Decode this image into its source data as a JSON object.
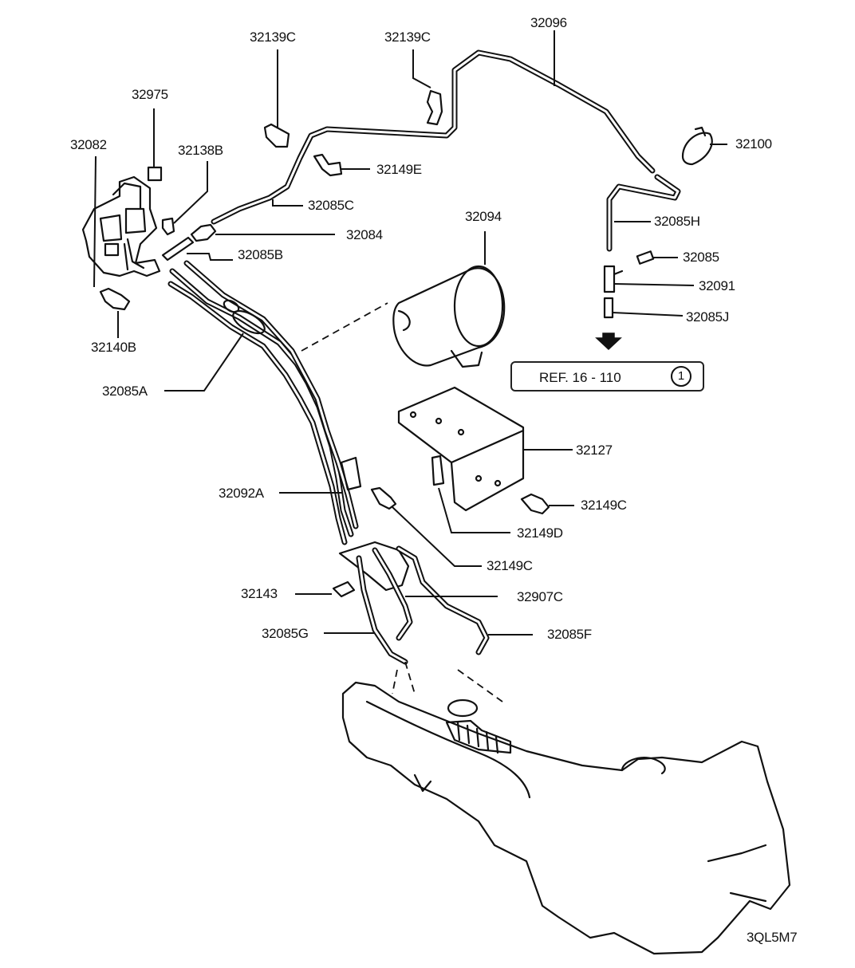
{
  "parts": {
    "p32096": "32096",
    "p32139c_left": "32139C",
    "p32139c_right": "32139C",
    "p32975": "32975",
    "p32082": "32082",
    "p32138b": "32138B",
    "p32149e": "32149E",
    "p32100": "32100",
    "p32085c": "32085C",
    "p32085h": "32085H",
    "p32084": "32084",
    "p32085b": "32085B",
    "p32094": "32094",
    "p32085": "32085",
    "p32091": "32091",
    "p32085j": "32085J",
    "p32140b": "32140B",
    "p32085a": "32085A",
    "p32127": "32127",
    "p32092a": "32092A",
    "p32149c_right": "32149C",
    "p32149d": "32149D",
    "p32149c_lower": "32149C",
    "p32143": "32143",
    "p32907c": "32907C",
    "p32085g": "32085G",
    "p32085f": "32085F"
  },
  "reference": {
    "text": "REF. 16 - 110",
    "number": "1"
  },
  "drawing_code": "3QL5M7"
}
